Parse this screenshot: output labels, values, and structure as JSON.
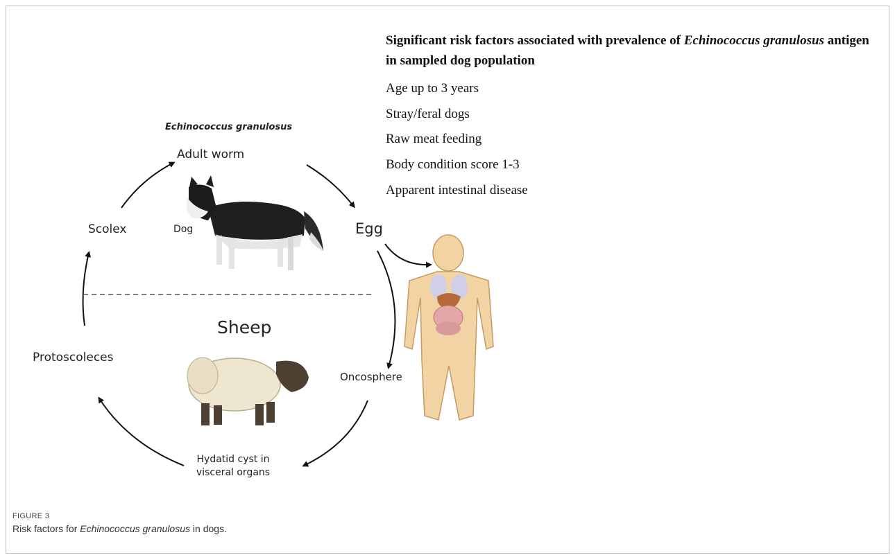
{
  "risk_panel": {
    "heading_pre": "Significant risk factors associated with prevalence of ",
    "heading_italic": "Echinococcus granulosus",
    "heading_post": " antigen in sampled dog population",
    "items": [
      "Age up to 3 years",
      "Stray/feral dogs",
      "Raw meat feeding",
      "Body condition score 1-3",
      "Apparent intestinal disease"
    ]
  },
  "lifecycle": {
    "species": "Echinococcus granulosus",
    "adult_worm": "Adult worm",
    "egg": "Egg",
    "scolex": "Scolex",
    "dog": "Dog",
    "sheep": "Sheep",
    "protoscoleces": "Protoscoleces",
    "oncosphere": "Oncosphere",
    "hydatid_cyst": "Hydatid cyst in visceral organs"
  },
  "figure": {
    "number": "FIGURE 3",
    "caption_pre": "Risk factors for ",
    "caption_italic": "Echinococcus granulosus",
    "caption_post": " in dogs."
  },
  "icons": [
    "dog-illustration",
    "sheep-illustration",
    "human-anatomy-illustration"
  ]
}
